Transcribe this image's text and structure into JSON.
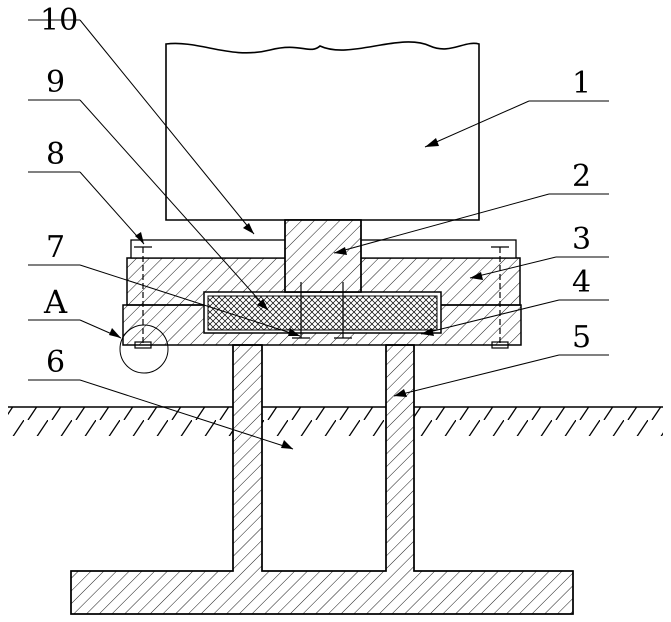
{
  "labels": {
    "l1": "1",
    "l2": "2",
    "l3": "3",
    "l4": "4",
    "l5": "5",
    "l6": "6",
    "l7": "7",
    "l8": "8",
    "l9": "9",
    "l10": "10",
    "lA": "A"
  }
}
